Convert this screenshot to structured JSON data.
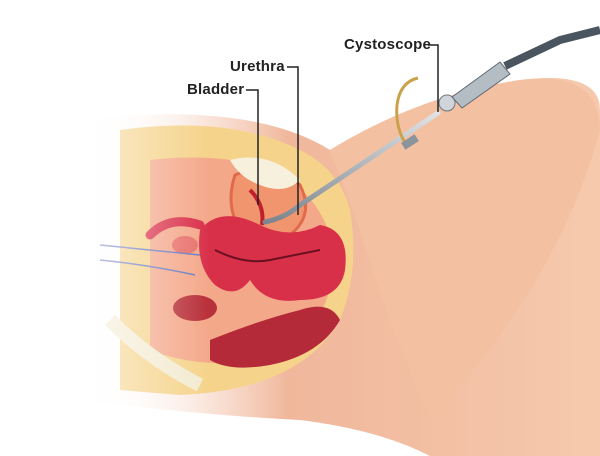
{
  "labels": {
    "cystoscope": "Cystoscope",
    "urethra": "Urethra",
    "bladder": "Bladder"
  },
  "colors": {
    "skin": "#f3c2a6",
    "muscle": "#d9304a",
    "fat": "#f2cf7a",
    "instrument": "#9aa3ab",
    "leader": "#222222"
  }
}
